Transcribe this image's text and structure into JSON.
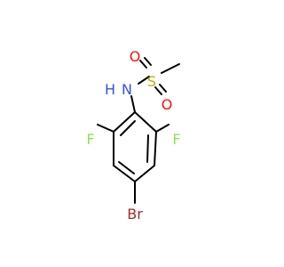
{
  "colors": {
    "background": "#ffffff",
    "bond": "#000000",
    "N": "#3050f8",
    "S": "#b2b200",
    "O": "#ff0d0d",
    "F": "#90e050",
    "Br": "#a62929"
  },
  "labels": {
    "O_top": "O",
    "O_bottom": "O",
    "S": "S",
    "N": "N",
    "H": "H",
    "F_left": "F",
    "F_right": "F",
    "Br": "Br"
  }
}
